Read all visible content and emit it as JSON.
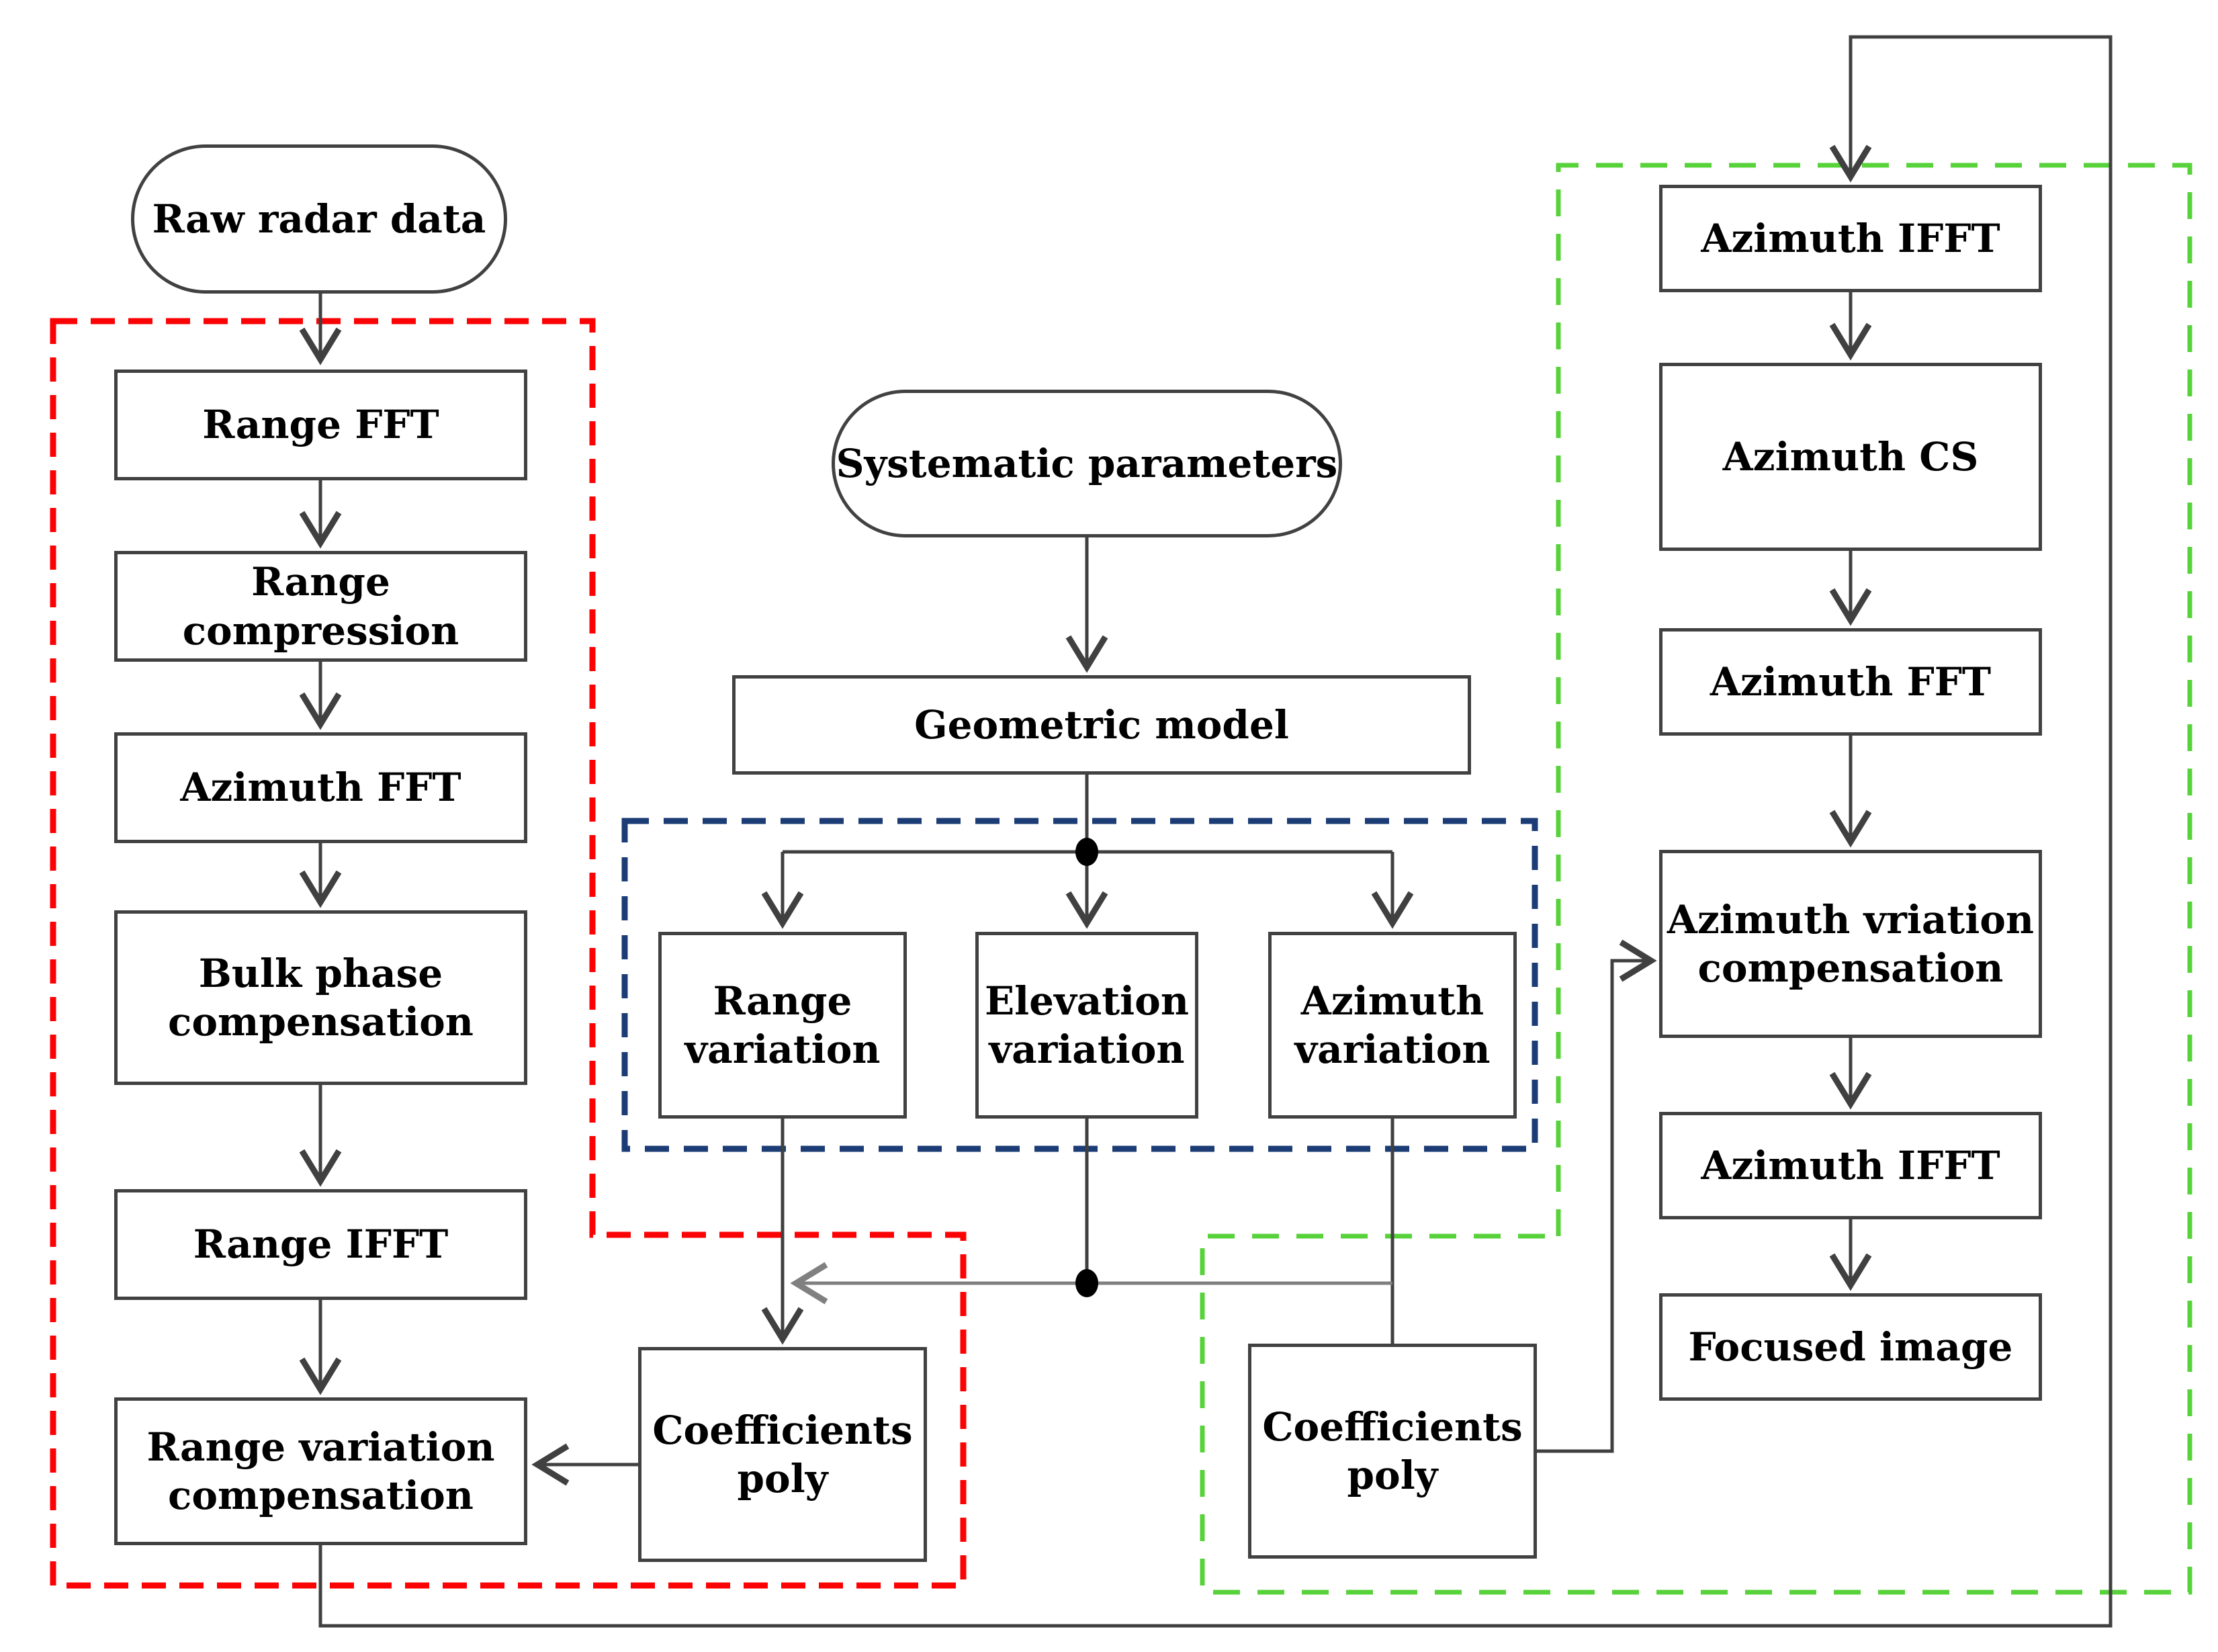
{
  "nodes": {
    "raw_radar_data": "Raw radar data",
    "range_fft": "Range FFT",
    "range_compression": "Range\ncompression",
    "azimuth_fft_left": "Azimuth FFT",
    "bulk_phase_compensation": "Bulk phase\ncompensation",
    "range_ifft": "Range IFFT",
    "range_variation_compensation": "Range variation\ncompensation",
    "coefficients_poly_left": "Coefficients\npoly",
    "systematic_parameters": "Systematic parameters",
    "geometric_model": "Geometric model",
    "range_variation": "Range\nvariation",
    "elevation_variation": "Elevation\nvariation",
    "azimuth_variation": "Azimuth\nvariation",
    "coefficients_poly_right": "Coefficients\npoly",
    "azimuth_ifft_top": "Azimuth IFFT",
    "azimuth_cs": "Azimuth CS",
    "azimuth_fft_right": "Azimuth FFT",
    "azimuth_vriation_compensation": "Azimuth vriation\ncompensation",
    "azimuth_ifft_bottom": "Azimuth IFFT",
    "focused_image": "Focused image"
  },
  "colors": {
    "red_region": "#fb0305",
    "blue_region": "#1b3c74",
    "green_region": "#58d23a",
    "line": "#404040",
    "gray_line": "#808080"
  }
}
